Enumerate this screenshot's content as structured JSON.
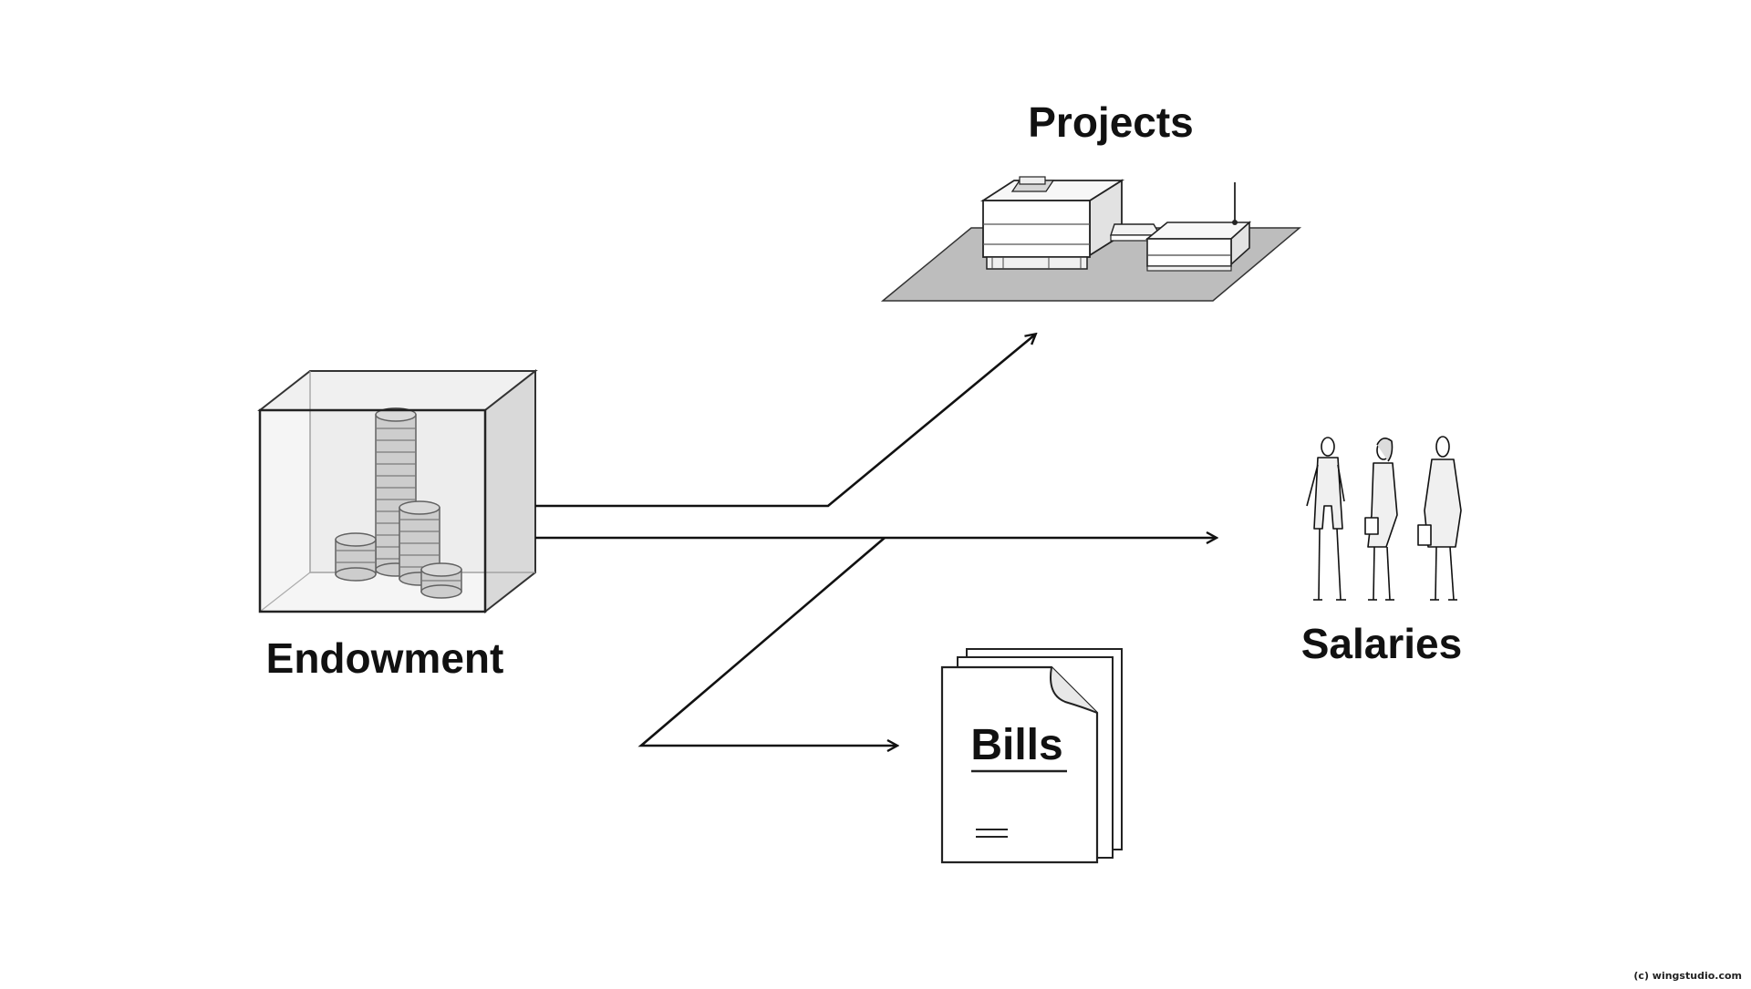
{
  "diagram": {
    "nodes": {
      "endowment": {
        "label": "Endowment",
        "icon": "coin-box-icon"
      },
      "projects": {
        "label": "Projects",
        "icon": "building-icon"
      },
      "salaries": {
        "label": "Salaries",
        "icon": "people-icon"
      },
      "bills": {
        "label": "Bills",
        "icon": "documents-icon"
      }
    },
    "edges": [
      {
        "from": "Endowment",
        "to": "Projects"
      },
      {
        "from": "Endowment",
        "to": "Salaries"
      },
      {
        "from": "Endowment",
        "to": "Bills"
      }
    ]
  },
  "credit": "(c) wingstudio.com",
  "colors": {
    "ink": "#111111",
    "panel_gray": "#bdbdbd",
    "coin_gray": "#c8c8c8",
    "box_face": "#e9e9e9"
  }
}
